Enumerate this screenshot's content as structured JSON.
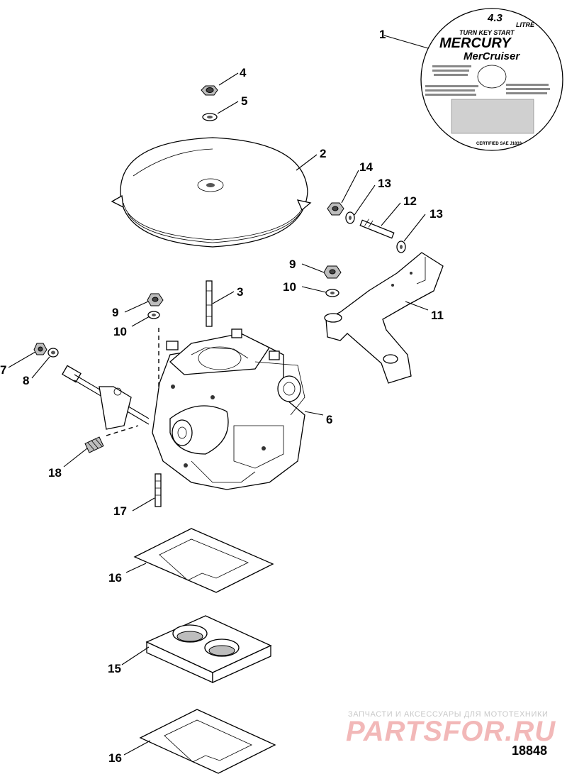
{
  "decal": {
    "size": "4.3",
    "unit": "LITRE",
    "tagline": "TURN KEY START",
    "brand": "MERCURY",
    "product": "MerCruiser",
    "footer": "CERTIFIED SAE J1833"
  },
  "callouts": [
    "1",
    "2",
    "3",
    "4",
    "5",
    "6",
    "7",
    "8",
    "9",
    "9",
    "10",
    "10",
    "11",
    "12",
    "13",
    "13",
    "14",
    "15",
    "16",
    "16",
    "17",
    "18"
  ],
  "watermark": {
    "caption": "ЗАПЧАСТИ И АКСЕССУАРЫ ДЛЯ МОТОТЕХНИКИ",
    "logo": "PARTSFOR.RU"
  },
  "figure_number": "18848"
}
